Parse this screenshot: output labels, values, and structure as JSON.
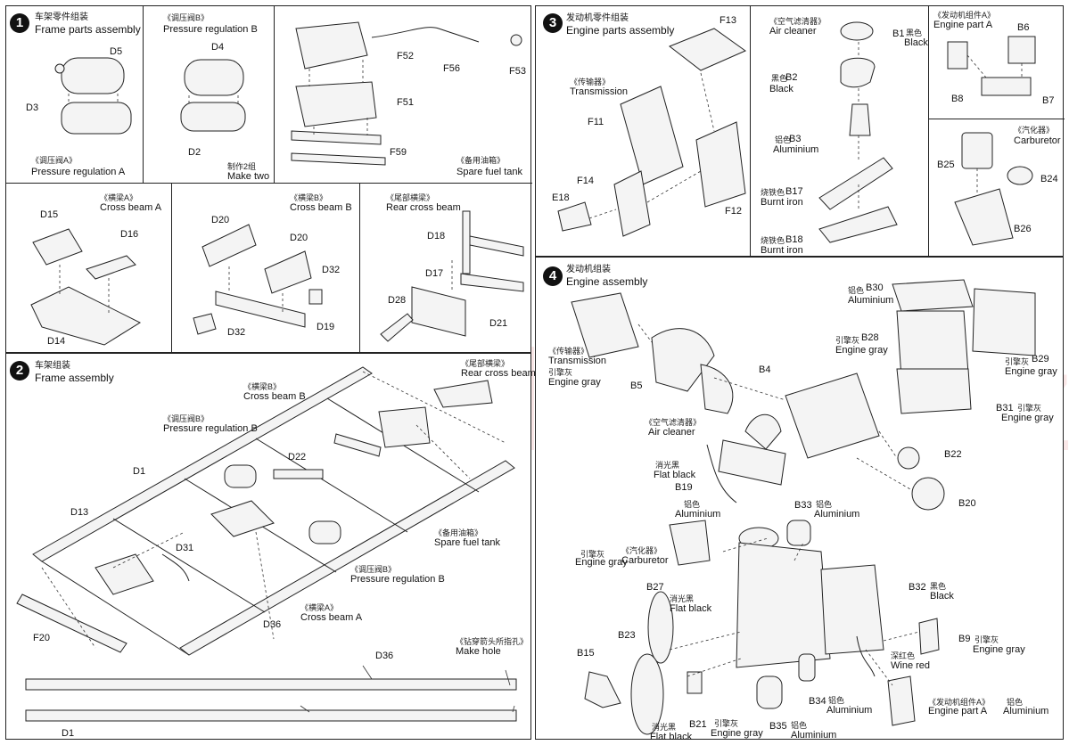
{
  "watermark": "modelartikl.cz",
  "step1": {
    "number": "1",
    "title_cn": "车架零件组装",
    "title_en": "Frame parts assembly",
    "pressure_a": {
      "cn": "《调压阀A》",
      "en": "Pressure regulation A",
      "parts": [
        "D5",
        "D3"
      ]
    },
    "pressure_b": {
      "cn": "《调压阀B》",
      "en": "Pressure regulation B",
      "parts": [
        "D4",
        "D2"
      ],
      "note_cn": "制作2组",
      "note_en": "Make two"
    },
    "fuel_tank": {
      "cn": "《备用油箱》",
      "en": "Spare fuel tank",
      "parts": [
        "F52",
        "F51",
        "F59",
        "F56",
        "F53"
      ]
    },
    "cross_a": {
      "cn": "《横梁A》",
      "en": "Cross beam A",
      "parts": [
        "D15",
        "D16",
        "D14"
      ]
    },
    "cross_b": {
      "cn": "《横梁B》",
      "en": "Cross beam B",
      "parts": [
        "D20",
        "D20",
        "D32",
        "D32",
        "D19"
      ]
    },
    "rear_cross": {
      "cn": "《尾部横梁》",
      "en": "Rear cross beam",
      "parts": [
        "D18",
        "D17",
        "D28",
        "D21"
      ]
    }
  },
  "step2": {
    "number": "2",
    "title_cn": "车架组装",
    "title_en": "Frame assembly",
    "callouts": [
      {
        "cn": "《尾部横梁》",
        "en": "Rear cross beam"
      },
      {
        "cn": "《横梁B》",
        "en": "Cross beam B"
      },
      {
        "cn": "《调压阀B》",
        "en": "Pressure regulation B"
      },
      {
        "cn": "《备用油箱》",
        "en": "Spare fuel tank"
      },
      {
        "cn": "《调压阀B》",
        "en": "Pressure regulation B"
      },
      {
        "cn": "《横梁A》",
        "en": "Cross beam A"
      },
      {
        "cn": "《钻穿箭头所指孔》",
        "en": "Make hole"
      }
    ],
    "parts": [
      "D1",
      "D13",
      "D22",
      "D31",
      "D36",
      "F20",
      "D36",
      "D1"
    ]
  },
  "step3": {
    "number": "3",
    "title_cn": "发动机零件组装",
    "title_en": "Engine parts assembly",
    "transmission": {
      "cn": "《传输器》",
      "en": "Transmission",
      "parts": [
        "F13",
        "F11",
        "F14",
        "E18",
        "F12"
      ]
    },
    "air_cleaner": {
      "cn": "《空气滤清器》",
      "en": "Air cleaner",
      "parts": [
        {
          "id": "B1",
          "cn": "黑色",
          "en": "Black"
        },
        {
          "id": "B2",
          "cn": "黑色",
          "en": "Black"
        },
        {
          "id": "B3",
          "cn": "铝色",
          "en": "Aluminium"
        },
        {
          "id": "B17",
          "cn": "烧铁色",
          "en": "Burnt iron"
        },
        {
          "id": "B18",
          "cn": "烧铁色",
          "en": "Burnt iron"
        }
      ]
    },
    "engine_a": {
      "cn": "《发动机组件A》",
      "en": "Engine part A",
      "parts": [
        "B6",
        "B8",
        "B7"
      ]
    },
    "carburetor": {
      "cn": "《汽化器》",
      "en": "Carburetor",
      "parts": [
        "B25",
        "B24",
        "B26"
      ]
    }
  },
  "step4": {
    "number": "4",
    "title_cn": "发动机组装",
    "title_en": "Engine assembly",
    "labels": [
      {
        "id": "B30",
        "cn": "铝色",
        "en": "Aluminium"
      },
      {
        "id": "B28",
        "cn": "引擎灰",
        "en": "Engine gray"
      },
      {
        "id": "B29",
        "cn": "引擎灰",
        "en": "Engine gray"
      },
      {
        "id": "B31",
        "cn": "引擎灰",
        "en": "Engine gray"
      },
      {
        "id": "B4"
      },
      {
        "id": "B5"
      },
      {
        "id": "B22"
      },
      {
        "id": "B19",
        "cn": "消光黑",
        "en": "Flat black",
        "cn2": "铝色",
        "en2": "Aluminium"
      },
      {
        "id": "B20"
      },
      {
        "id": "B33",
        "cn": "铝色",
        "en": "Aluminium"
      },
      {
        "id": "B27",
        "cn": "消光黑",
        "en": "Flat black"
      },
      {
        "id": "B32",
        "cn": "黑色",
        "en": "Black"
      },
      {
        "id": "B9",
        "cn": "引擎灰",
        "en": "Engine gray"
      },
      {
        "id": "B15"
      },
      {
        "id": "B23"
      },
      {
        "id": "B21",
        "cn": "消光黑",
        "en": "Flat black",
        "cn2": "引擎灰",
        "en2": "Engine gray"
      },
      {
        "id": "B34",
        "cn": "铝色",
        "en": "Aluminium"
      },
      {
        "id": "B35",
        "cn": "铝色",
        "en": "Aluminium"
      }
    ],
    "callouts": [
      {
        "cn": "《传输器》",
        "en": "Transmission",
        "cn2": "引擎灰",
        "en2": "Engine gray"
      },
      {
        "cn": "《空气滤清器》",
        "en": "Air cleaner"
      },
      {
        "cn": "引擎灰",
        "en": "Engine gray",
        "cn2": "《汽化器》",
        "en2": "Carburetor"
      },
      {
        "cn": "深红色",
        "en": "Wine red"
      },
      {
        "cn": "《发动机组件A》",
        "en": "Engine part A",
        "cn2": "铝色",
        "en2": "Aluminium"
      }
    ]
  }
}
